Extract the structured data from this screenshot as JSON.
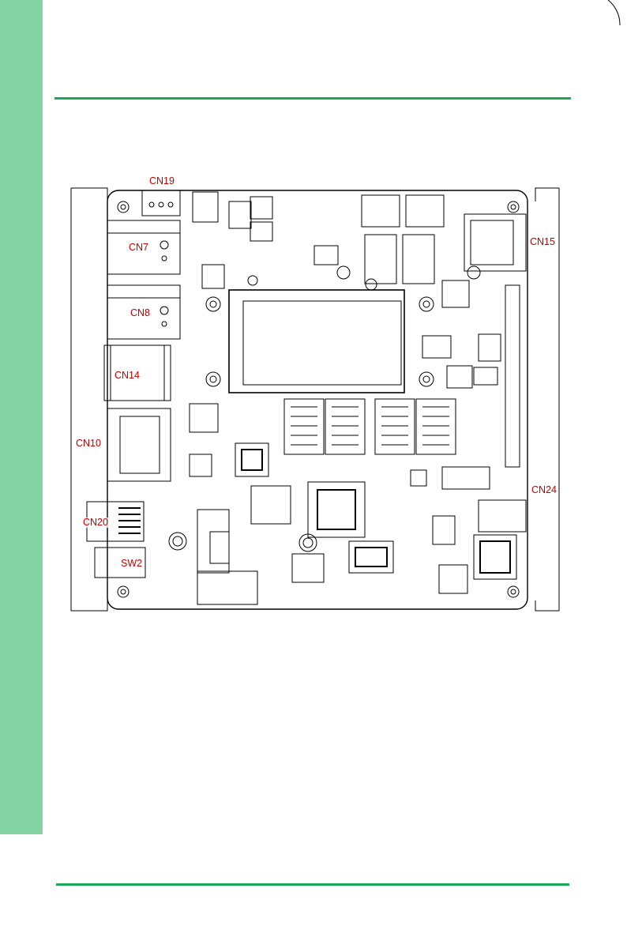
{
  "figure": {
    "labels": [
      {
        "id": "cn19",
        "text": "CN19"
      },
      {
        "id": "cn7",
        "text": "CN7"
      },
      {
        "id": "cn8",
        "text": "CN8"
      },
      {
        "id": "cn14",
        "text": "CN14"
      },
      {
        "id": "cn10",
        "text": "CN10"
      },
      {
        "id": "cn20",
        "text": "CN20"
      },
      {
        "id": "sw2",
        "text": "SW2"
      },
      {
        "id": "cn15",
        "text": "CN15"
      },
      {
        "id": "cn24",
        "text": "CN24"
      }
    ]
  },
  "colors": {
    "side_tab": "#84d4a5",
    "rule": "#1aa856",
    "label": "#c00000",
    "line_art": "#000000"
  }
}
